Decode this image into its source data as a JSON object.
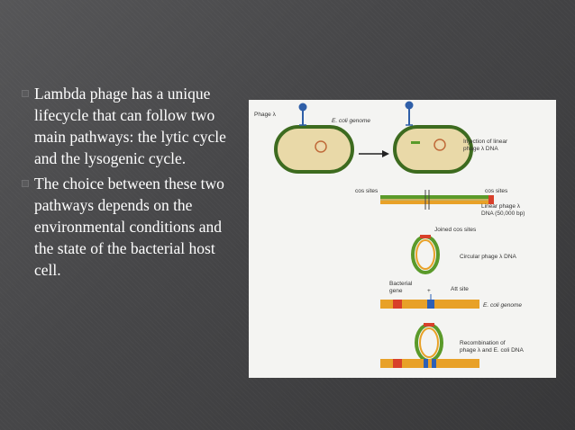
{
  "slide": {
    "bullets": [
      "Lambda phage has a unique lifecycle that can follow two main pathways: the lytic cycle and the lysogenic cycle.",
      "The choice between these two pathways depends on the environmental conditions and the state of the bacterial host cell."
    ]
  },
  "figure": {
    "labels": {
      "phage": "Phage λ",
      "ecoli_genome": "E. coli genome",
      "injection_1": "Injection of linear",
      "injection_2": "phage λ DNA",
      "cos_sites_left": "cos sites",
      "cos_sites_right": "cos sites",
      "linear_1": "Linear phage λ",
      "linear_2": "DNA (50,000 bp)",
      "joined_cos": "Joined cos sites",
      "circular": "Circular phage λ DNA",
      "bacterial_gene_1": "Bacterial",
      "bacterial_gene_2": "gene",
      "plus": "+",
      "att_site": "Att site",
      "ecoli_genome_2": "E. coli genome",
      "recomb_1": "Recombination of",
      "recomb_2": "phage λ and E. coli DNA"
    },
    "colors": {
      "cell_fill": "#e9d9a8",
      "cell_outline": "#3d6b1f",
      "phage_blue": "#2f5fa8",
      "dna_green": "#5a9a2a",
      "dna_orange": "#e8a128",
      "site_red": "#d8402a",
      "site_blue": "#2d5fb5"
    }
  }
}
